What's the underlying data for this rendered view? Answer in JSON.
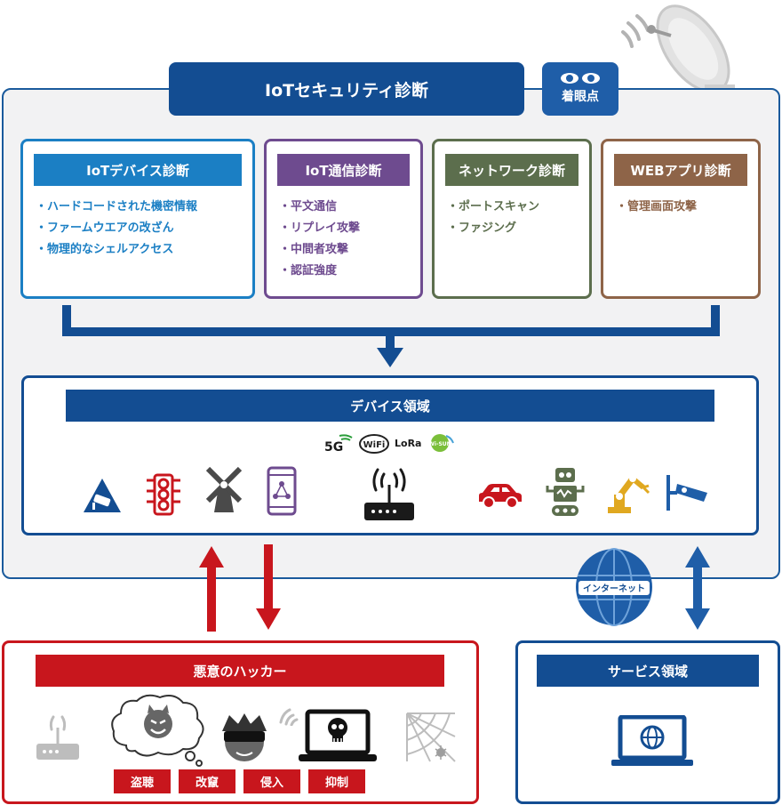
{
  "title": "IoTセキュリティ診断",
  "focus_label": "着眼点",
  "cards": [
    {
      "title": "IoTデバイス診断",
      "items": [
        "ハードコードされた機密情報",
        "ファームウエアの改ざん",
        "物理的なシェルアクセス"
      ]
    },
    {
      "title": "IoT通信診断",
      "items": [
        "平文通信",
        "リプレイ攻撃",
        "中間者攻撃",
        "認証強度"
      ]
    },
    {
      "title": "ネットワーク診断",
      "items": [
        "ポートスキャン",
        "ファジング"
      ]
    },
    {
      "title": "WEBアプリ診断",
      "items": [
        "管理画面攻撃"
      ]
    }
  ],
  "device_region": {
    "title": "デバイス領域",
    "wireless": [
      "5G",
      "WiFi",
      "LoRa",
      "Wi-SUN"
    ]
  },
  "hacker": {
    "title": "悪意のハッカー",
    "tags": [
      "盗聴",
      "改竄",
      "侵入",
      "抑制"
    ]
  },
  "internet_label": "インターネット",
  "service": {
    "title": "サービス領域"
  },
  "colors": {
    "navy": "#134d92",
    "red": "#c8161d",
    "device_blue": "#1b7fc4",
    "comm_purple": "#6e4b8f",
    "net_green": "#5c6e4d",
    "web_brown": "#8e6448"
  }
}
